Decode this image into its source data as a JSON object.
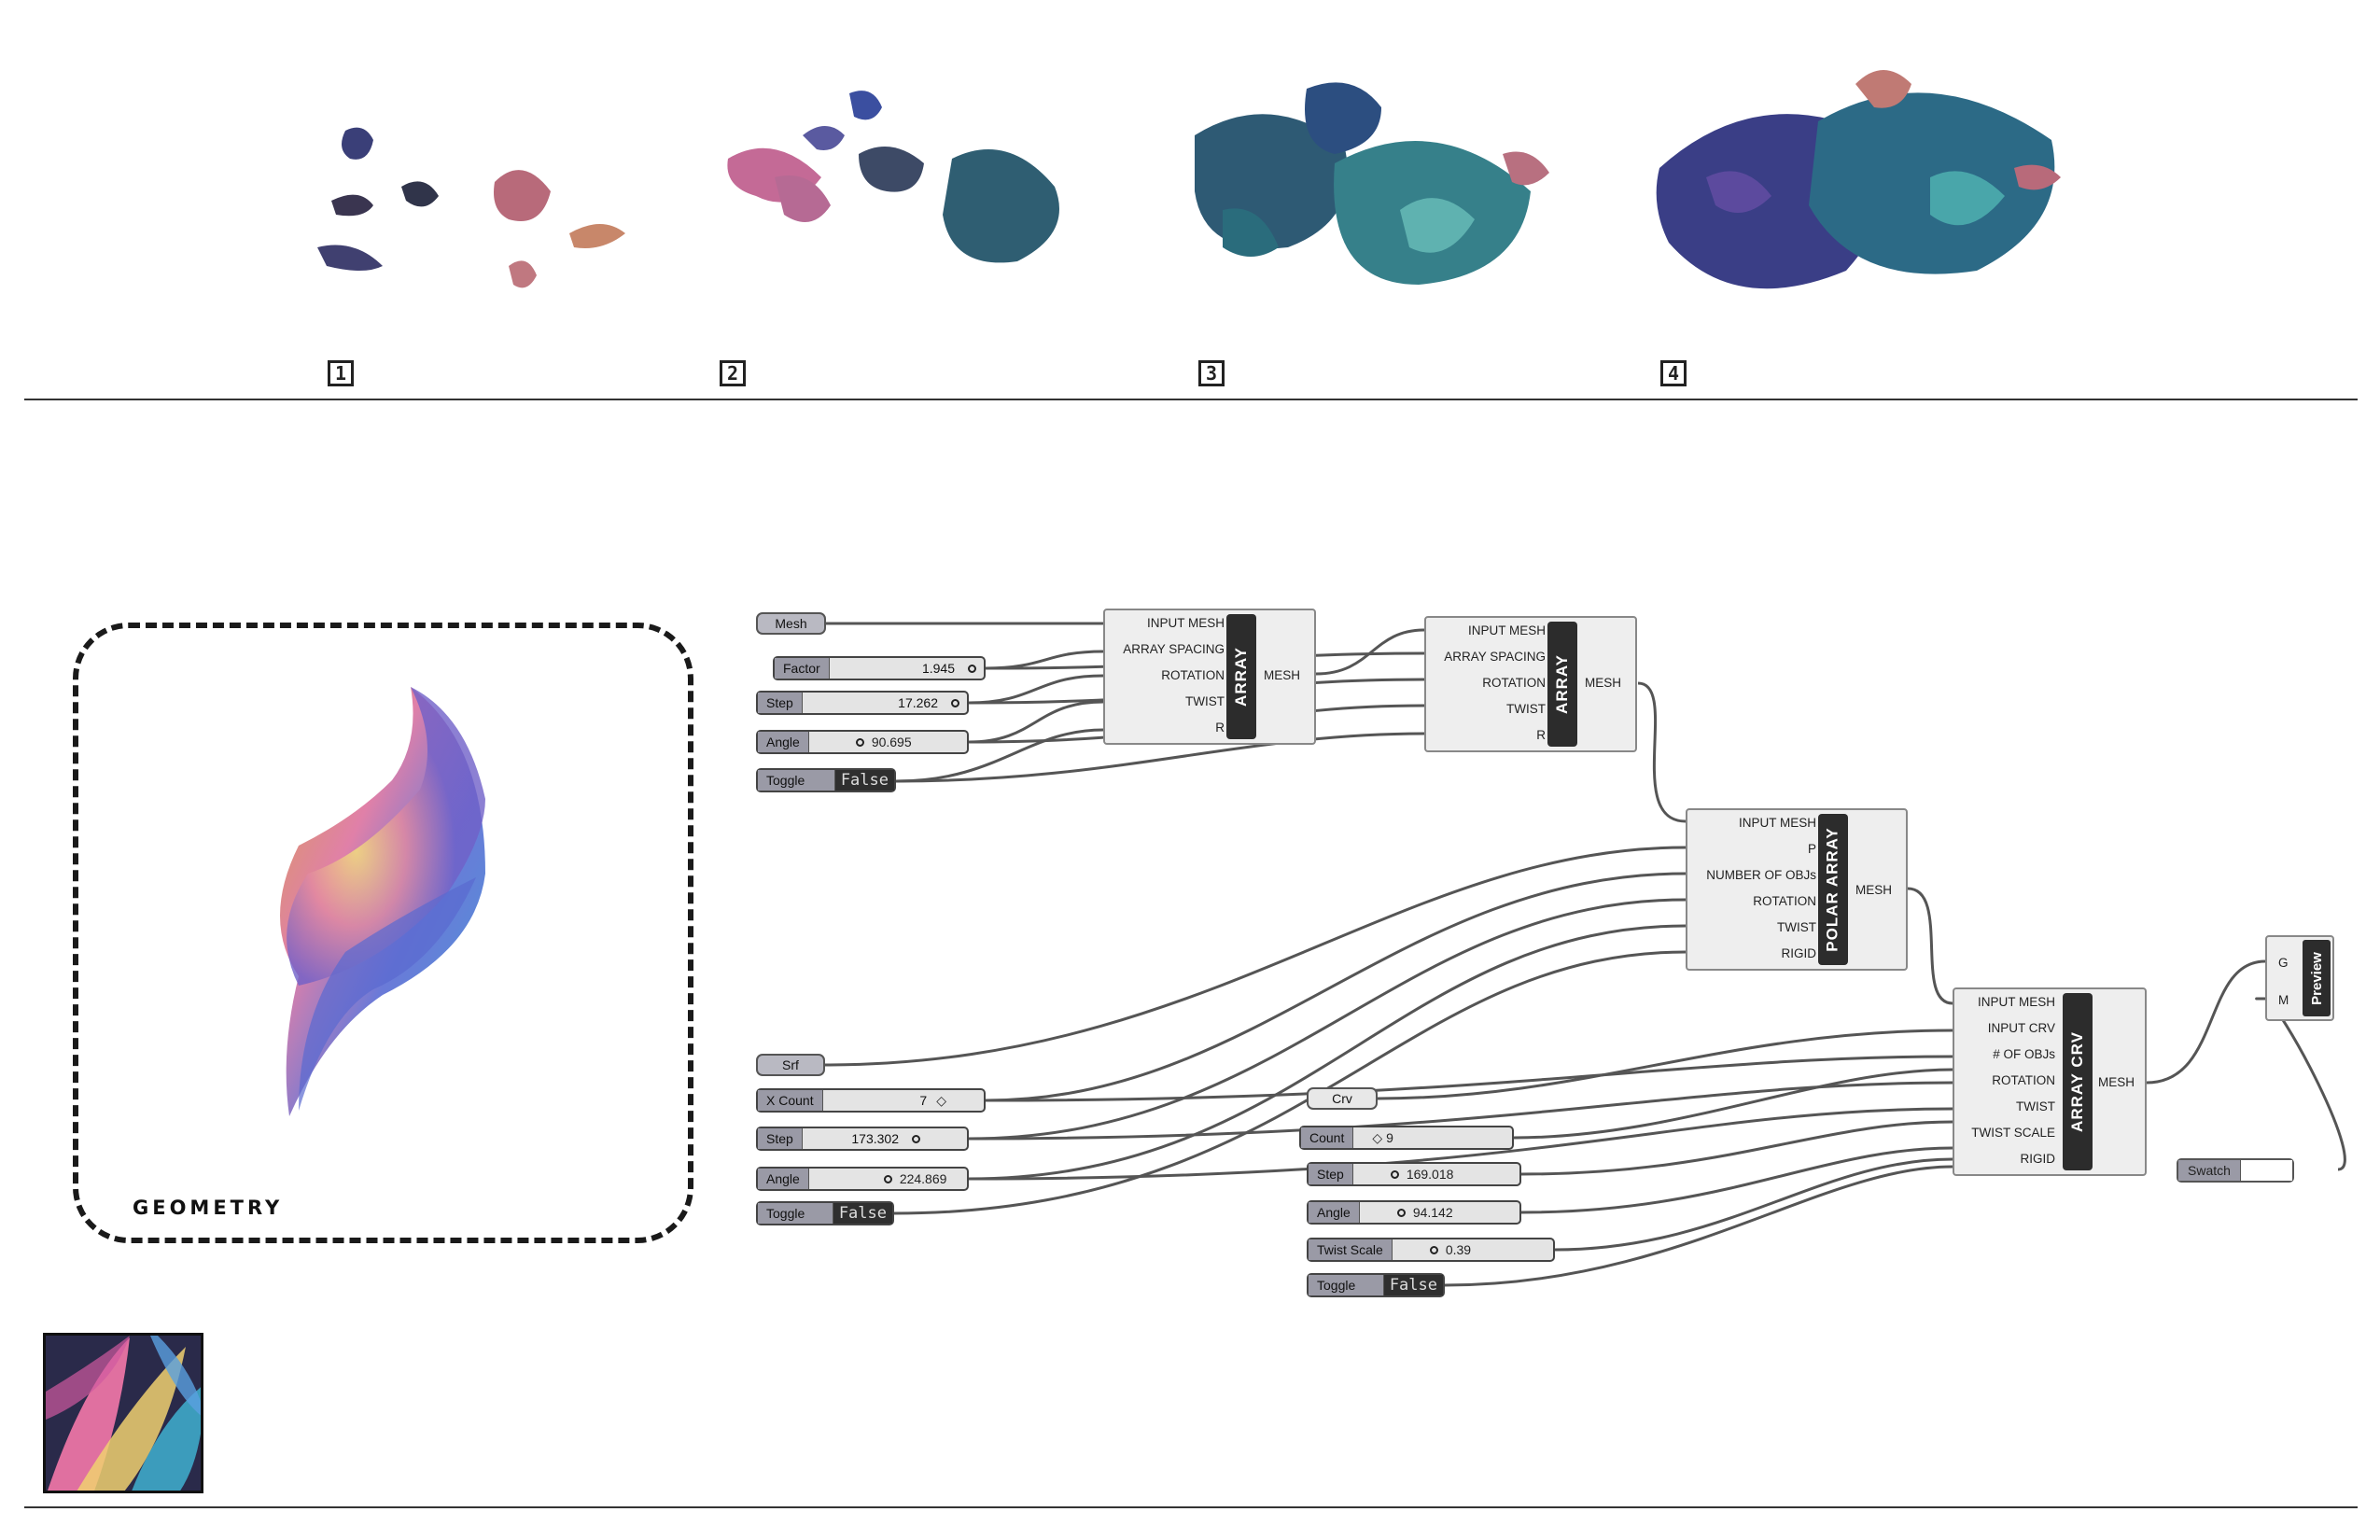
{
  "stages": [
    "1",
    "2",
    "3",
    "4"
  ],
  "geometry_label": "GEOMETRY",
  "row1": {
    "mesh_label": "Mesh",
    "factor": {
      "label": "Factor",
      "value": "1.945"
    },
    "step": {
      "label": "Step",
      "value": "17.262"
    },
    "angle": {
      "label": "Angle",
      "value": "90.695"
    },
    "toggle": {
      "label": "Toggle",
      "value": "False"
    }
  },
  "array1": {
    "title": "ARRAY",
    "inputs": [
      "INPUT MESH",
      "ARRAY SPACING",
      "ROTATION",
      "TWIST",
      "R"
    ],
    "output": "MESH"
  },
  "array2": {
    "title": "ARRAY",
    "inputs": [
      "INPUT MESH",
      "ARRAY SPACING",
      "ROTATION",
      "TWIST",
      "R"
    ],
    "output": "MESH"
  },
  "polar": {
    "title": "POLAR ARRAY",
    "inputs": [
      "INPUT MESH",
      "P",
      "NUMBER OF OBJs",
      "ROTATION",
      "TWIST",
      "RIGID"
    ],
    "output": "MESH"
  },
  "arraycrv": {
    "title": "ARRAY CRV",
    "inputs": [
      "INPUT MESH",
      "INPUT CRV",
      "# OF OBJs",
      "ROTATION",
      "TWIST",
      "TWIST SCALE",
      "RIGID"
    ],
    "output": "MESH"
  },
  "row2": {
    "srf_label": "Srf",
    "xcount": {
      "label": "X Count",
      "value": "7"
    },
    "step": {
      "label": "Step",
      "value": "173.302"
    },
    "angle": {
      "label": "Angle",
      "value": "224.869"
    },
    "toggle": {
      "label": "Toggle",
      "value": "False"
    }
  },
  "row3": {
    "crv_label": "Crv",
    "count": {
      "label": "Count",
      "value": "9"
    },
    "step": {
      "label": "Step",
      "value": "169.018"
    },
    "angle": {
      "label": "Angle",
      "value": "94.142"
    },
    "twist_scale": {
      "label": "Twist Scale",
      "value": "0.39"
    },
    "toggle": {
      "label": "Toggle",
      "value": "False"
    }
  },
  "preview": {
    "title": "Preview",
    "inputs": [
      "G",
      "M"
    ]
  },
  "swatch_label": "Swatch",
  "colors": {
    "pink": "#d98aa8",
    "teal": "#3f8a9a",
    "navy": "#2e3a78",
    "wire": "#555555"
  }
}
